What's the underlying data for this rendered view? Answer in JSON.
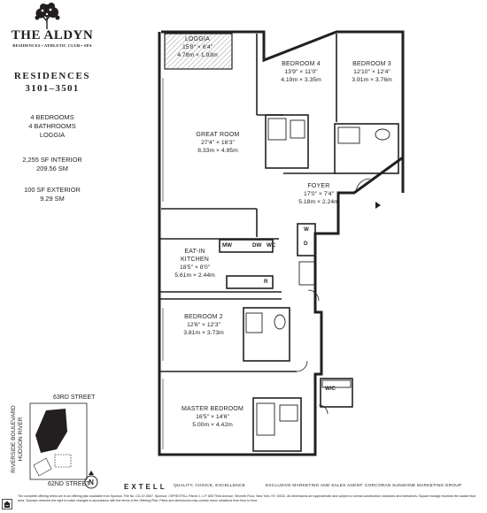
{
  "branding": {
    "name": "THE ALDYN",
    "subtitle": "RESIDENCES • ATHLETIC CLUB • SPA",
    "icon": "tree-logo-icon"
  },
  "residence": {
    "title": "RESIDENCES",
    "range": "3101–3501"
  },
  "summary": {
    "bedrooms": "4 BEDROOMS",
    "bathrooms": "4 BATHROOMS",
    "loggia": "LOGGIA",
    "interior_sf": "2,255 SF INTERIOR",
    "interior_sm": "209.56 SM",
    "exterior_sf": "100 SF EXTERIOR",
    "exterior_sm": "9.29 SM"
  },
  "rooms": {
    "loggia": {
      "name": "LOGGIA",
      "imperial": "15'8\" × 6'4\"",
      "metric": "4.78m × 1.93m"
    },
    "bedroom4": {
      "name": "BEDROOM 4",
      "imperial": "13'9\" × 11'0\"",
      "metric": "4.19m × 3.35m"
    },
    "bedroom3": {
      "name": "BEDROOM 3",
      "imperial": "12'10\" × 12'4\"",
      "metric": "3.91m × 3.76m"
    },
    "great_room": {
      "name": "GREAT ROOM",
      "imperial": "27'4\" × 16'3\"",
      "metric": "8.33m × 4.95m"
    },
    "foyer": {
      "name": "FOYER",
      "imperial": "17'0\" × 7'4\"",
      "metric": "5.18m × 2.24m"
    },
    "kitchen": {
      "name": "EAT-IN",
      "name2": "KITCHEN",
      "imperial": "18'5\" × 8'0\"",
      "metric": "5.61m × 2.44m"
    },
    "bedroom2": {
      "name": "BEDROOM 2",
      "imperial": "12'6\" × 12'3\"",
      "metric": "3.81m × 3.73m"
    },
    "master": {
      "name": "MASTER BEDROOM",
      "imperial": "16'5\" × 14'6\"",
      "metric": "5.00m × 4.42m"
    },
    "wic": {
      "name": "WIC"
    }
  },
  "fixtures": {
    "mw": "MW",
    "dw": "DW",
    "wc": "WC",
    "w": "W",
    "d": "D",
    "r": "R"
  },
  "site": {
    "north_street": "63RD STREET",
    "south_street": "62ND STREET",
    "avenue": "RIVERSIDE BOULEVARD",
    "river": "HUDSON RIVER",
    "north_label": "N"
  },
  "footer": {
    "developer": "EXTELL",
    "tagline": "QUALITY, CHOICE, EXCELLENCE",
    "agent": "EXCLUSIVE MARKETING AND SALES AGENT: CORCORAN SUNSHINE MARKETING GROUP",
    "disclaimer": "The complete offering terms are in an offering plan available from Sponsor. File No. CD-07-0507. Sponsor: CRP/EXTELL Parcel J, L.P. 805 Third Avenue, Seventh Floor, New York, NY 10022. All dimensions are approximate and subject to normal construction variances and tolerances. Square footage exceeds the usable floor area. Sponsor reserves the right to make changes in accordance with the terms of the Offering Plan. Plans and dimensions may contain minor variations from floor to floor."
  },
  "colors": {
    "ink": "#231f20",
    "wall": "#231f20",
    "hatch": "#9a9a9a",
    "map_block": "#231f20"
  }
}
